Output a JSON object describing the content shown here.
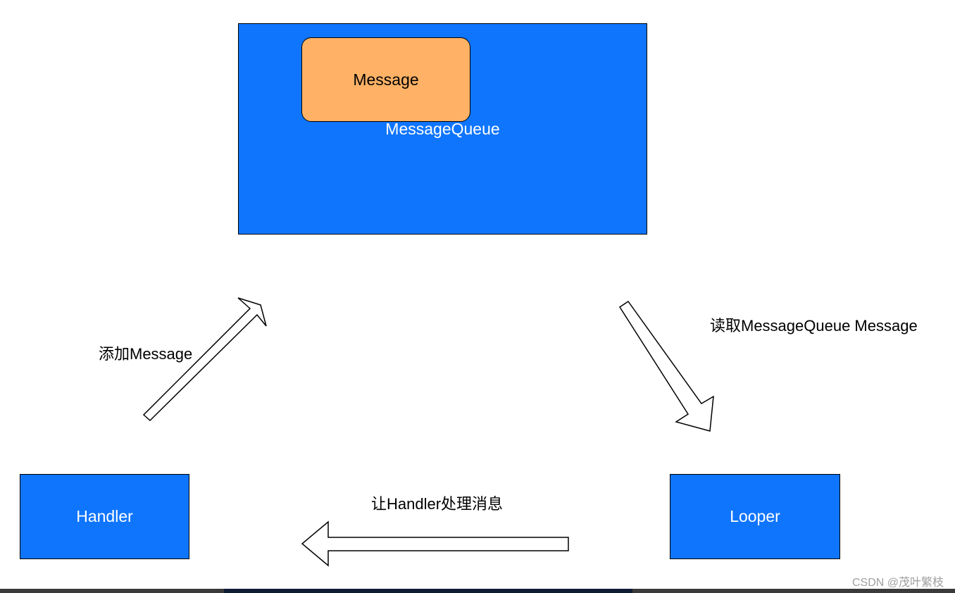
{
  "nodes": {
    "message_queue": {
      "label": "MessageQueue"
    },
    "message": {
      "label": "Message"
    },
    "handler": {
      "label": "Handler"
    },
    "looper": {
      "label": "Looper"
    }
  },
  "edges": {
    "handler_to_queue": {
      "label": "添加Message"
    },
    "queue_to_looper": {
      "label": "读取MessageQueue Message"
    },
    "looper_to_handler": {
      "label": "让Handler处理消息"
    }
  },
  "watermark": "CSDN @茂叶繁枝",
  "colors": {
    "node_blue": "#0f75fd",
    "message_orange": "#ffb266",
    "node_text": "#ffffff",
    "edge_text": "#000000"
  }
}
